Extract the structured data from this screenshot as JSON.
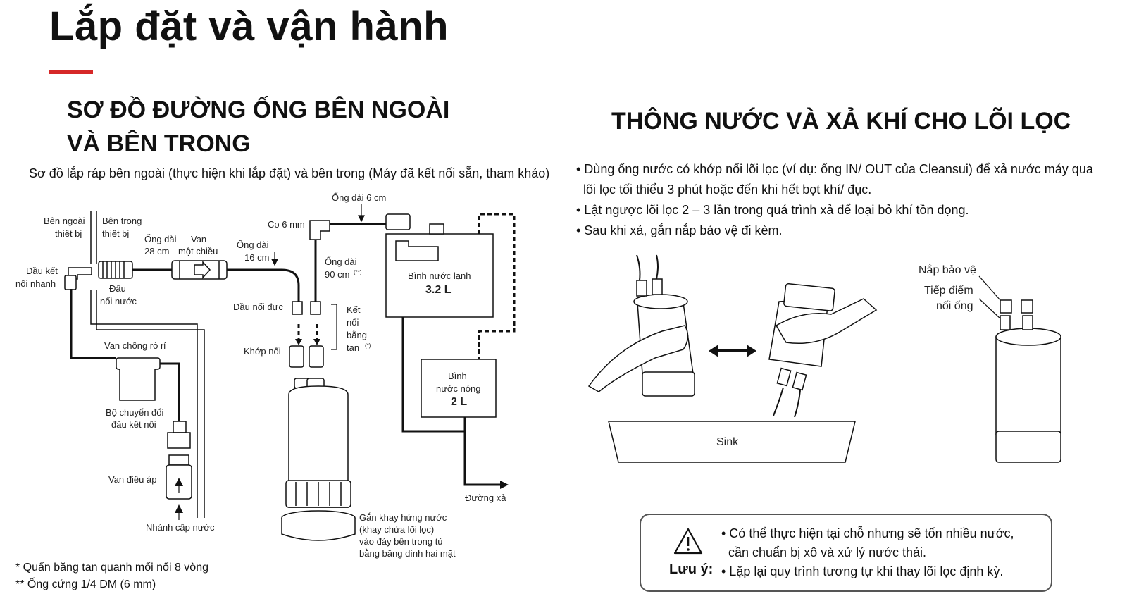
{
  "title": "Lắp đặt và vận hành",
  "colors": {
    "accent": "#d62828",
    "line": "#111111"
  },
  "left_section": {
    "heading_line1": "SƠ ĐỒ ĐƯỜNG ỐNG BÊN NGOÀI",
    "heading_line2": "VÀ BÊN TRONG",
    "subtitle": "Sơ đồ lắp ráp bên ngoài (thực hiện khi lắp đặt) và bên trong (Máy đã kết nối sẵn, tham khảo)",
    "labels": {
      "outside_1": "Bên ngoài",
      "outside_2": "thiết bị",
      "inside_1": "Bên trong",
      "inside_2": "thiết bị",
      "quick_1": "Đầu kết",
      "quick_2": "nối nhanh",
      "inlet_1": "Đầu",
      "inlet_2": "nối nước",
      "pipe28_1": "Ống dài",
      "pipe28_2": "28 cm",
      "check_1": "Van",
      "check_2": "một chiều",
      "pipe16_1": "Ống dài",
      "pipe16_2": "16 cm",
      "elbow": "Co 6 mm",
      "pipe6": "Ống dài 6 cm",
      "pipe90_1": "Ống dài",
      "pipe90_2": "90 cm",
      "pipe90_mark": "(**)",
      "male": "Đầu nối đực",
      "tape_1": "Kết",
      "tape_2": "nối",
      "tape_3": "bằng",
      "tape_4": "tan",
      "tape_mark": "(*)",
      "joint": "Khớp nối",
      "leak_valve": "Van chống rò rỉ",
      "adapter_1": "Bộ chuyển đổi",
      "adapter_2": "đầu kết nối",
      "regulator": "Van điều áp",
      "supply": "Nhánh cấp nước",
      "cold_tank": "Bình nước lạnh",
      "cold_cap": "3.2 L",
      "hot_tank_1": "Bình",
      "hot_tank_2": "nước nóng",
      "hot_cap": "2 L",
      "drain": "Đường xả",
      "tray_1": "Gắn khay hứng nước",
      "tray_2": "(khay chứa lõi lọc)",
      "tray_3": "vào đáy bên trong tủ",
      "tray_4": "bằng băng dính hai mặt"
    },
    "notes": [
      "* Quấn băng tan quanh mối nối 8 vòng",
      "** Ống cứng 1/4 DM (6 mm)"
    ]
  },
  "right_section": {
    "heading": "THÔNG NƯỚC VÀ XẢ KHÍ CHO LÕI LỌC",
    "bullet1_line1": "• Dùng ống nước có khớp nối lõi lọc (ví dụ: ống IN/ OUT của Cleansui) để xả nước máy qua",
    "bullet1_line2": "lõi lọc tối thiểu 3 phút hoặc đến khi hết bọt khí/ đục.",
    "bullet2": "• Lật ngược lõi lọc 2 – 3 lần trong quá trình xả để loại bỏ khí tồn đọng.",
    "bullet3": "• Sau khi xả, gắn nắp bảo vệ đi kèm.",
    "labels": {
      "cap": "Nắp bảo vệ",
      "contact_1": "Tiếp điểm",
      "contact_2": "nối ống",
      "sink": "Sink"
    },
    "caution": {
      "label": "Lưu ý:",
      "line1": "• Có thể thực hiện tại chỗ nhưng sẽ tốn nhiều nước,",
      "line2": "cần chuẩn bị xô và xử lý nước thải.",
      "line3": "• Lặp lại quy trình tương tự khi thay lõi lọc định kỳ."
    }
  }
}
